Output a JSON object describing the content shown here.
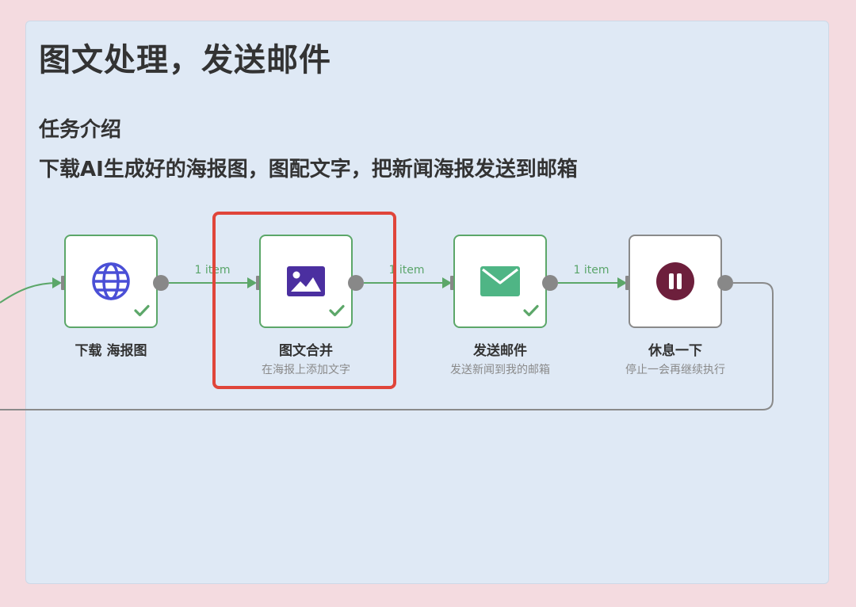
{
  "title": "图文处理，发送邮件",
  "section_heading": "任务介绍",
  "description": "下载AI生成好的海报图，图配文字，把新闻海报发送到邮箱",
  "edge_labels": [
    "1 item",
    "1 item",
    "1 item"
  ],
  "nodes": [
    {
      "label": "下载 海报图",
      "subtitle": "",
      "icon": "globe-icon",
      "status": "success"
    },
    {
      "label": "图文合并",
      "subtitle": "在海报上添加文字",
      "icon": "image-icon",
      "status": "success"
    },
    {
      "label": "发送邮件",
      "subtitle": "发送新闻到我的邮箱",
      "icon": "mail-icon",
      "status": "success"
    },
    {
      "label": "休息一下",
      "subtitle": "停止一会再继续执行",
      "icon": "pause-icon",
      "status": "idle"
    }
  ],
  "colors": {
    "background": "#f4dbe0",
    "panel": "#dfe9f5",
    "success_green": "#5ca769",
    "highlight_red": "#e0453a",
    "globe_blue": "#4a4fd6",
    "image_purple": "#4b2fa0",
    "mail_green": "#4fb585",
    "pause_maroon": "#6d1f3c"
  }
}
